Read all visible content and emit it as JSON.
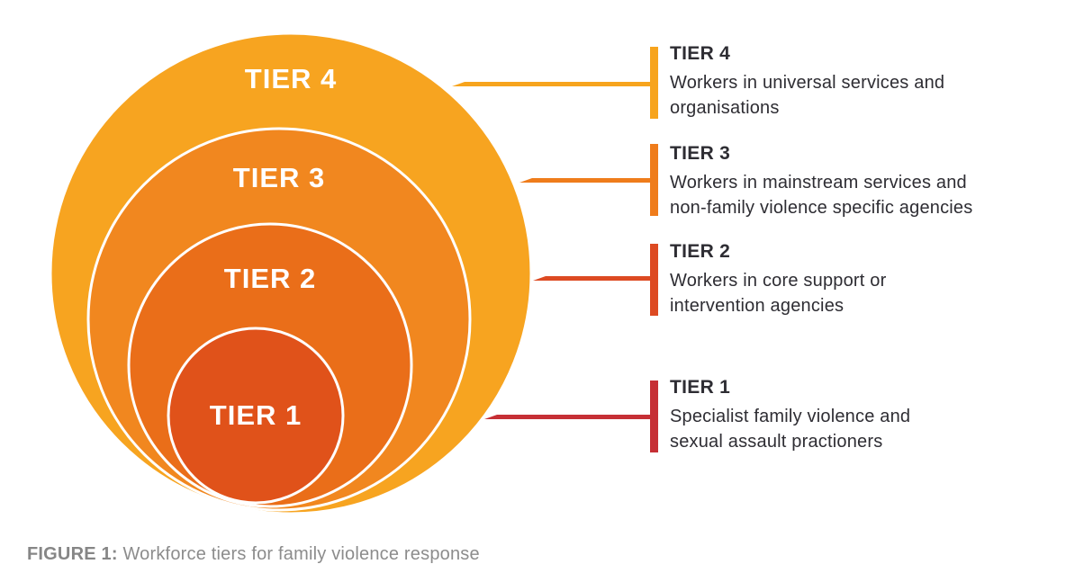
{
  "figure": {
    "caption_title": "FIGURE 1:",
    "caption_rest": " Workforce tiers for family violence response"
  },
  "colors": {
    "text_dark": "#2e2d33",
    "caption_gray": "#8c8c8c",
    "circle_stroke": "#ffffff",
    "label_white": "#ffffff"
  },
  "tiers": [
    {
      "id": "tier-4",
      "circle_label": "TIER 4",
      "heading": "TIER 4",
      "desc_line1": "Workers in universal services and",
      "desc_line2": "organisations",
      "circle_color": "#f7a420",
      "connector_color": "#f7a41d"
    },
    {
      "id": "tier-3",
      "circle_label": "TIER 3",
      "heading": "TIER 3",
      "desc_line1": "Workers in mainstream services and",
      "desc_line2": "non-family violence specific agencies",
      "circle_color": "#f1871f",
      "connector_color": "#ef7c1b"
    },
    {
      "id": "tier-2",
      "circle_label": "TIER 2",
      "heading": "TIER 2",
      "desc_line1": "Workers in core support or",
      "desc_line2": "intervention agencies",
      "circle_color": "#ea6e19",
      "connector_color": "#dd4a22"
    },
    {
      "id": "tier-1",
      "circle_label": "TIER 1",
      "heading": "TIER 1",
      "desc_line1": "Specialist family violence and",
      "desc_line2": "sexual assault practioners",
      "circle_color": "#e0521a",
      "connector_color": "#c62f35"
    }
  ]
}
